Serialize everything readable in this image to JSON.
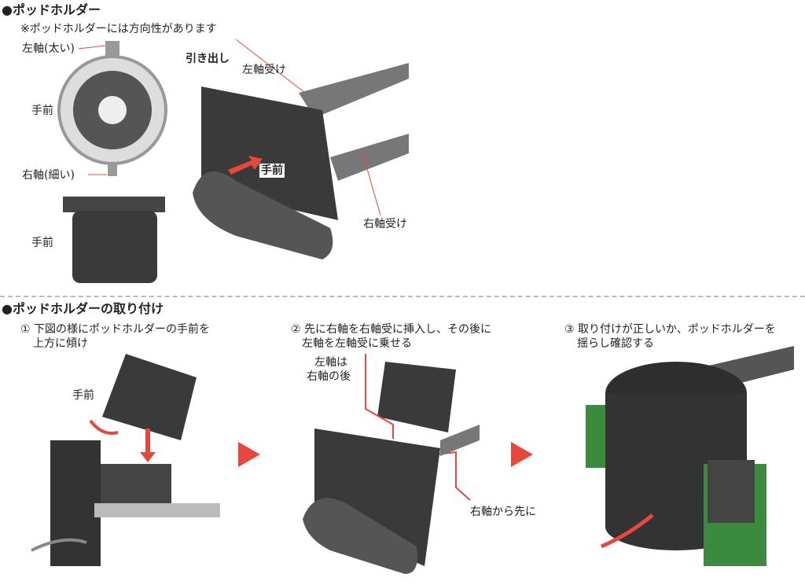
{
  "section1": {
    "title": "●ポッドホルダー",
    "note": "※ポッドホルダーには方向性があります",
    "labels": {
      "left_axis": "左軸(太い)",
      "front_top": "手前",
      "right_axis": "右軸(細い)",
      "front_side": "手前",
      "drawer": "引き出し",
      "left_bearing": "左軸受け",
      "front_drawer": "手前",
      "right_bearing": "右軸受け"
    }
  },
  "section2": {
    "title": "●ポッドホルダーの取り付け",
    "steps": [
      {
        "line1": "① 下図の様にポッドホルダーの手前を",
        "line2": "上方に傾け",
        "label": "手前"
      },
      {
        "line1": "② 先に右軸を右軸受に挿入し、その後に",
        "line2": "左軸を左軸受に乗せる",
        "label_a1": "左軸は",
        "label_a2": "右軸の後",
        "label_b": "右軸から先に"
      },
      {
        "line1": "③ 取り付けが正しいか、ポッドホルダーを",
        "line2": "揺らし確認する"
      }
    ]
  },
  "colors": {
    "accent": "#e8473c",
    "dark": "#3a3a3a",
    "green": "#3b8a3e"
  }
}
